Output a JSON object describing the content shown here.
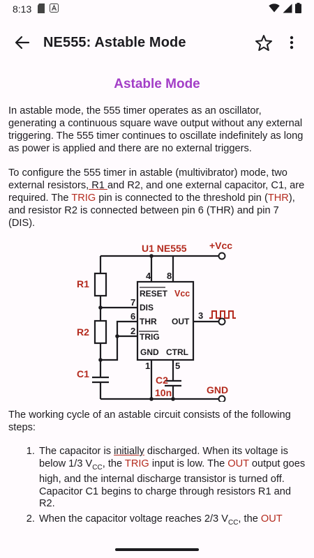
{
  "status_bar": {
    "time": "8:13"
  },
  "app_bar": {
    "title": "NE555: Astable Mode"
  },
  "heading": "Astable Mode",
  "para1": "In astable mode, the 555 timer operates as an oscillator, generating a continuous square wave output without any external triggering. The 555 timer continues to oscillate indefinitely as long as power is applied and there are no external triggers.",
  "para2": {
    "t1": "To configure the 555 timer in astable (multivibrator) mode, two external resistors,",
    "r1": " R1 ",
    "t2": "and R2, and one external capacitor, C1, are required. The ",
    "trig": "TRIG",
    "t3": " pin is connected to the threshold pin (",
    "thr": "THR",
    "t4": "), and resistor R2 is connected between pin 6 (THR) and pin 7 (DIS)."
  },
  "diagram": {
    "chip_label": "U1 NE555",
    "vcc": "+Vcc",
    "gnd": "GND",
    "r1": "R1",
    "r2": "R2",
    "c1": "C1",
    "c2": "C2",
    "c2_value": "10n",
    "pins": {
      "p1": "1",
      "p2": "2",
      "p3": "3",
      "p4": "4",
      "p5": "5",
      "p6": "6",
      "p7": "7",
      "p8": "8"
    },
    "reset": "RESET",
    "vcc_pin": "Vcc",
    "dis": "DIS",
    "thr": "THR",
    "out": "OUT",
    "trig": "TRIG",
    "gnd_pin": "GND",
    "ctrl": "CTRL",
    "accent_color": "#b42b1f"
  },
  "para3": "The working cycle of an astable circuit consists of the following steps:",
  "steps": [
    {
      "a": "The capacitor is ",
      "b": "initially",
      "c": " discharged. When its voltage is below 1/3 V",
      "sub": "CC",
      "d": ", the ",
      "trig": "TRIG",
      "e": " input is low. The ",
      "out": "OUT",
      "f": " output goes high, and the internal discharge transistor is turned off. Capacitor C1 begins to charge through resistors R1 and R2."
    },
    {
      "a": "When the capacitor voltage reaches 2/3 V",
      "sub": "CC",
      "b": ", the ",
      "out": "OUT"
    }
  ]
}
